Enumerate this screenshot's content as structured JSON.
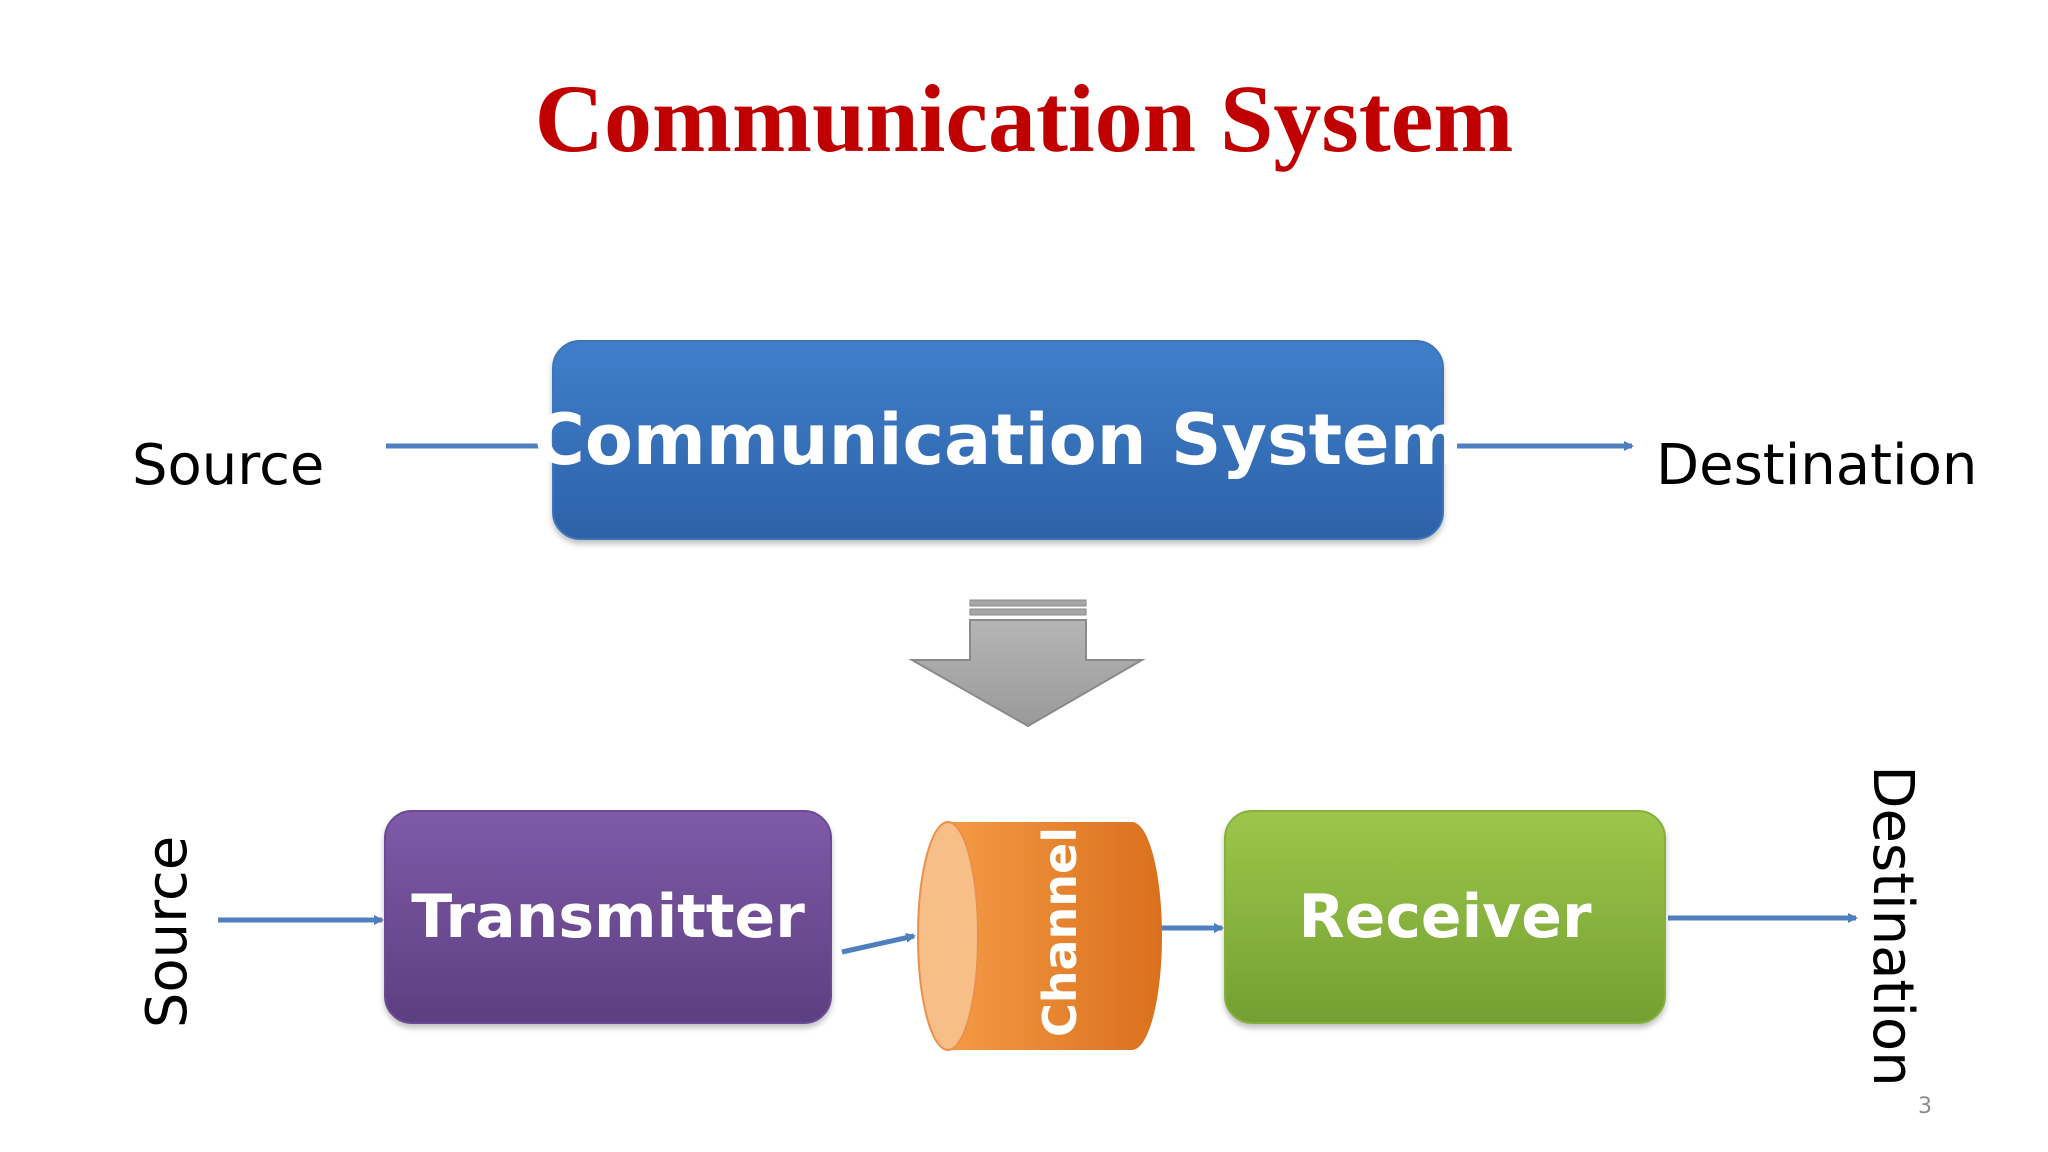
{
  "slide": {
    "title": "Communication System",
    "page_number": "3"
  },
  "top_diagram": {
    "source_label": "Source",
    "system_label": "Communication System",
    "destination_label": "Destination"
  },
  "bottom_diagram": {
    "source_label": "Source",
    "transmitter_label": "Transmitter",
    "channel_label": "Channel",
    "receiver_label": "Receiver",
    "destination_label": "Destination"
  },
  "colors": {
    "title": "#c00000",
    "system_box": "#3a72bf",
    "transmitter_box": "#6f4c98",
    "channel": "#ee8431",
    "receiver": "#8ab83f",
    "arrows": "#4f7fbf",
    "down_arrow": "#a6a6a6"
  }
}
